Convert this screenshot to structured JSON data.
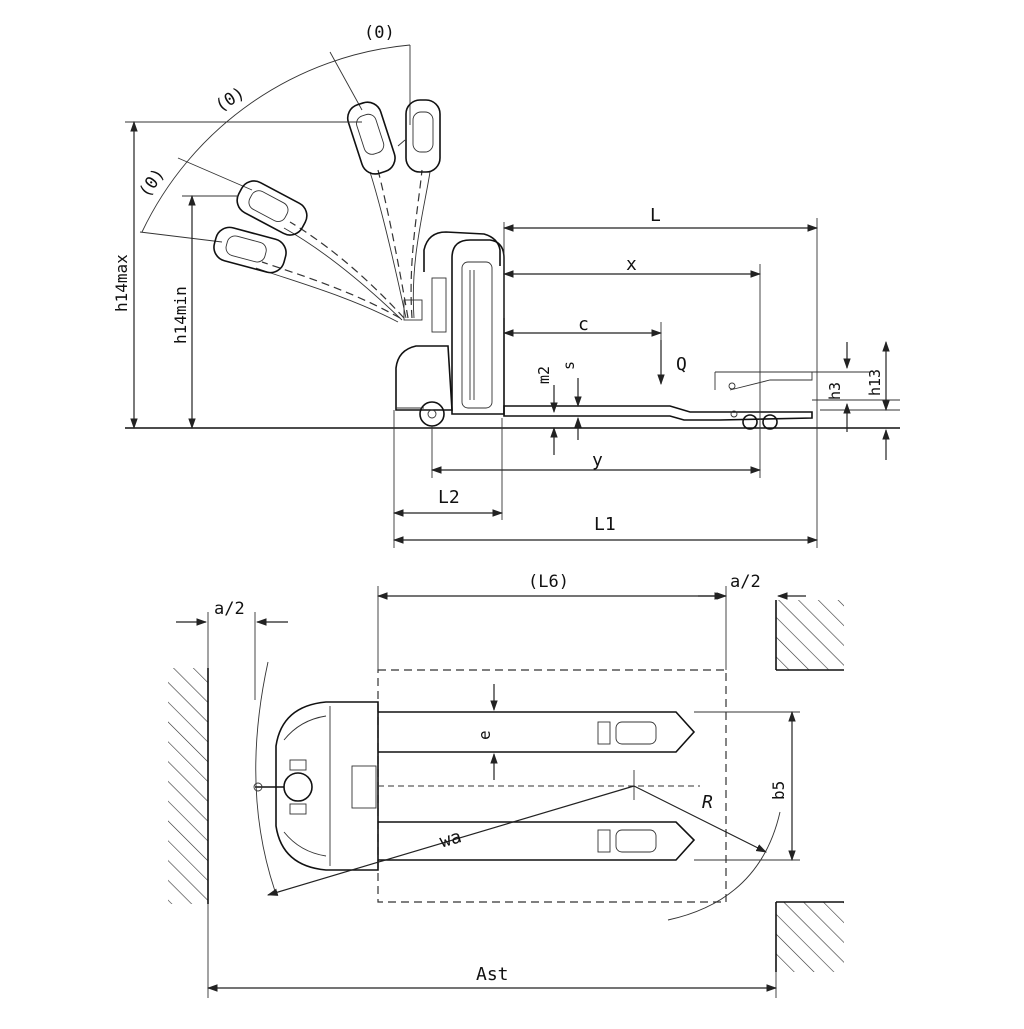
{
  "side_view": {
    "angle_labels": [
      "(0)",
      "(0)",
      "(0)"
    ],
    "dims": {
      "L": "L",
      "x": "x",
      "c": "c",
      "Q": "Q",
      "m2": "m2",
      "s": "s",
      "h3": "h3",
      "h13": "h13",
      "y": "y",
      "L2": "L2",
      "L1": "L1",
      "h14max": "h14max",
      "h14min": "h14min"
    }
  },
  "top_view": {
    "dims": {
      "L6": "(L6)",
      "a2_left": "a/2",
      "a2_right": "a/2",
      "e": "e",
      "b5": "b5",
      "R": "R",
      "wa": "wa",
      "Ast": "Ast"
    }
  }
}
